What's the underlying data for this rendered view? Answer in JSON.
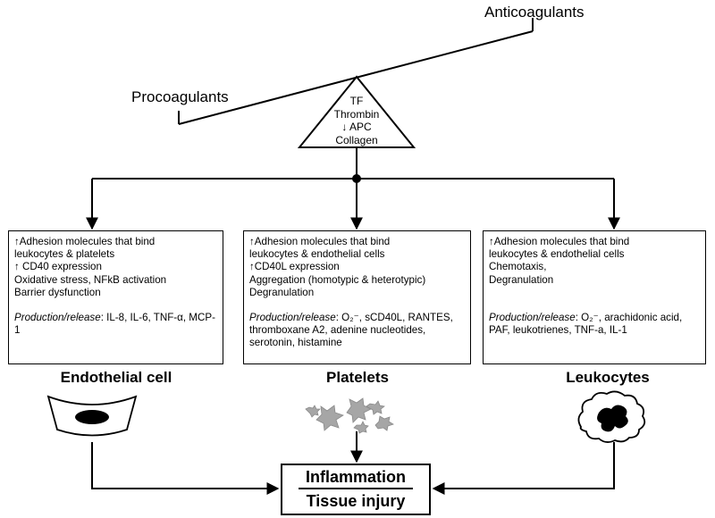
{
  "labels": {
    "anticoagulants": "Anticoagulants",
    "procoagulants": "Procoagulants"
  },
  "fulcrum": {
    "lines": [
      "TF",
      "Thrombin",
      "↓ APC",
      "Collagen"
    ]
  },
  "endothelial": {
    "title": "Endothelial cell",
    "lines": [
      "↑Adhesion molecules that bind",
      "leukocytes & platelets",
      "↑ CD40 expression",
      "Oxidative stress, NFkB activation",
      "Barrier dysfunction"
    ],
    "prod_label": "Production/release",
    "prod_text": ": IL-8, IL-6, TNF-α, MCP-1"
  },
  "platelets": {
    "title": "Platelets",
    "lines": [
      "↑Adhesion molecules that bind",
      "leukocytes & endothelial cells",
      "↑CD40L expression",
      "Aggregation (homotypic & heterotypic)",
      "Degranulation"
    ],
    "prod_label": "Production/release",
    "prod_text": ": O₂⁻, sCD40L, RANTES, thromboxane A2, adenine nucleotides, serotonin, histamine"
  },
  "leukocytes": {
    "title": "Leukocytes",
    "lines": [
      "↑Adhesion molecules that bind",
      "leukocytes & endothelial cells",
      "Chemotaxis,",
      "Degranulation"
    ],
    "prod_label": "Production/release",
    "prod_text": ": O₂⁻, arachidonic acid, PAF, leukotrienes, TNF-a, IL-1"
  },
  "outcome": {
    "line1": "Inflammation",
    "line2": "Tissue injury"
  },
  "colors": {
    "stroke": "#000000",
    "platelet_fill": "#a6a6a6"
  }
}
